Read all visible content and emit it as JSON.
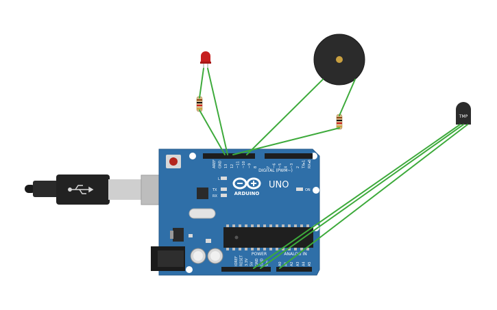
{
  "board": {
    "logo_text": "ARDUINO",
    "model": "UNO",
    "digital_header": "DIGITAL (PWM~)",
    "power_header": "POWER",
    "analog_header": "ANALOG IN",
    "on_label": "ON",
    "led_l": "L",
    "led_tx": "TX",
    "led_rx": "RX",
    "digital_pins": [
      "AREF",
      "GND",
      "13",
      "12",
      "~11",
      "~10",
      "~9",
      "8",
      "7",
      "~6",
      "~5",
      "4",
      "~3",
      "2",
      "TX▸1",
      "RX◂0"
    ],
    "power_pins": [
      "IOREF",
      "RESET",
      "3.3V",
      "5V",
      "GND",
      "GND",
      "Vin"
    ],
    "analog_pins": [
      "A0",
      "A1",
      "A2",
      "A3",
      "A4",
      "A5"
    ]
  },
  "sensor": {
    "label": "TMP"
  },
  "colors": {
    "board": "#2f6fa8",
    "wire": "#3daa3b",
    "led": "#c61f1f",
    "buzzer": "#2b2b2b",
    "usb": "#222222"
  }
}
